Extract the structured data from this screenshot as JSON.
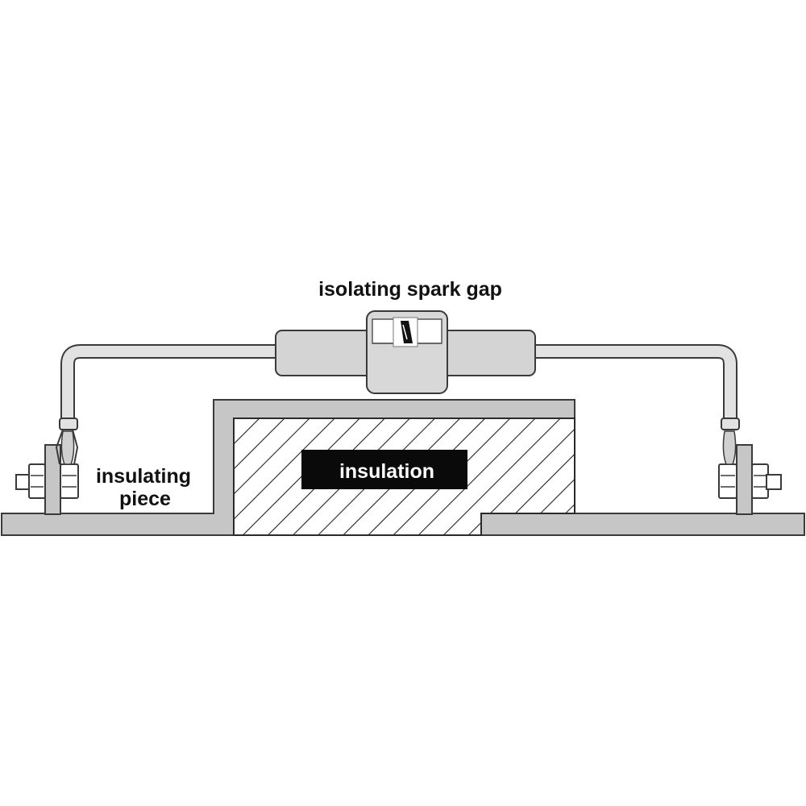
{
  "labels": {
    "spark_gap": "isolating spark gap",
    "insulating_piece_line1": "insulating",
    "insulating_piece_line2": "piece",
    "insulation": "insulation"
  },
  "colors": {
    "metal": "#c6c6c6",
    "outline": "#3a3a3a",
    "device_body": "#d4d4d4",
    "cable": "#e2e2e2",
    "insulation_box": "#0a0a0a",
    "background": "#ffffff"
  },
  "icons": {
    "spark_gap_window": "spark-gap-window-icon",
    "left_bolt": "bolt-nut-icon",
    "right_bolt": "bolt-nut-icon"
  }
}
